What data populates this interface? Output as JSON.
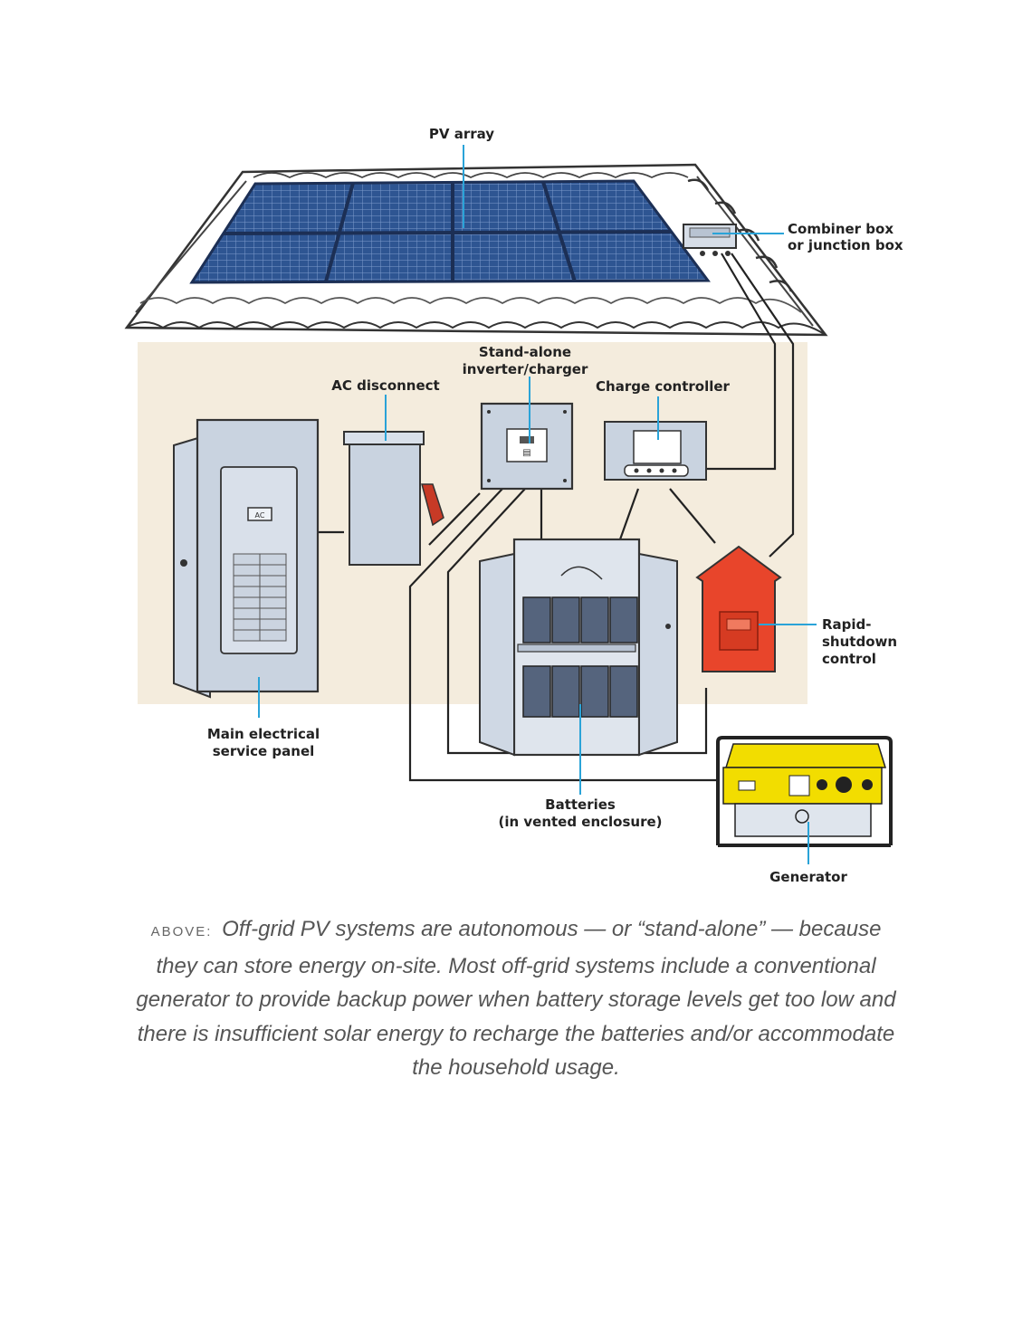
{
  "labels": {
    "pv_array": "PV array",
    "combiner_box": [
      "Combiner box",
      "or junction box"
    ],
    "inverter": [
      "Stand-alone",
      "inverter/charger"
    ],
    "ac_disconnect": "AC disconnect",
    "charge_controller": "Charge controller",
    "rapid_shutdown": [
      "Rapid-",
      "shutdown",
      "control"
    ],
    "main_panel": [
      "Main electrical",
      "service panel"
    ],
    "batteries": [
      "Batteries",
      "(in vented enclosure)"
    ],
    "generator": "Generator",
    "ac_box_text": "AC",
    "inverter_display": "▤"
  },
  "caption": {
    "lead": "ABOVE:",
    "text": "Off-grid PV systems are autonomous — or “stand-alone” — because they can store energy on-site. Most off-grid systems include a conventional generator to provide backup power when battery storage levels get too low and there is insufficient solar energy to recharge the batteries and/or accommodate the household usage."
  },
  "colors": {
    "wall": "#f4ecdd",
    "panel": "#2c4f8c",
    "equipment": "#c9d3e0",
    "callout": "#2aa3d8",
    "shutdown": "#e8452b",
    "generator": "#f2dd00"
  }
}
